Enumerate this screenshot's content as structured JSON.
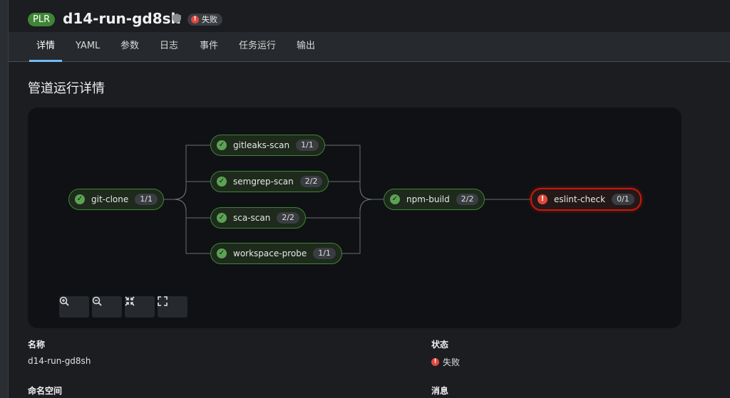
{
  "header": {
    "kind_badge": "PLR",
    "title": "d14-run-gd8sh",
    "status_label": "失败"
  },
  "tabs": [
    {
      "label": "详情",
      "active": true
    },
    {
      "label": "YAML"
    },
    {
      "label": "参数"
    },
    {
      "label": "日志"
    },
    {
      "label": "事件"
    },
    {
      "label": "任务运行"
    },
    {
      "label": "输出"
    }
  ],
  "section_title": "管道运行详情",
  "pipeline": {
    "tasks": [
      {
        "name": "git-clone",
        "count": "1/1",
        "status": "succeeded"
      },
      {
        "name": "gitleaks-scan",
        "count": "1/1",
        "status": "succeeded"
      },
      {
        "name": "semgrep-scan",
        "count": "2/2",
        "status": "succeeded"
      },
      {
        "name": "sca-scan",
        "count": "2/2",
        "status": "succeeded"
      },
      {
        "name": "workspace-probe",
        "count": "1/1",
        "status": "succeeded"
      },
      {
        "name": "npm-build",
        "count": "2/2",
        "status": "succeeded"
      },
      {
        "name": "eslint-check",
        "count": "0/1",
        "status": "failed"
      }
    ],
    "controls": [
      "zoom-in-icon",
      "zoom-out-icon",
      "fit-to-screen-icon",
      "expand-icon"
    ]
  },
  "details": {
    "name_label": "名称",
    "name_value": "d14-run-gd8sh",
    "status_label": "状态",
    "status_value": "失败",
    "namespace_label": "命名空间",
    "message_label": "消息"
  },
  "colors": {
    "success": "#3e8635",
    "danger": "#c9190b",
    "tab_accent": "#73bcf7"
  }
}
